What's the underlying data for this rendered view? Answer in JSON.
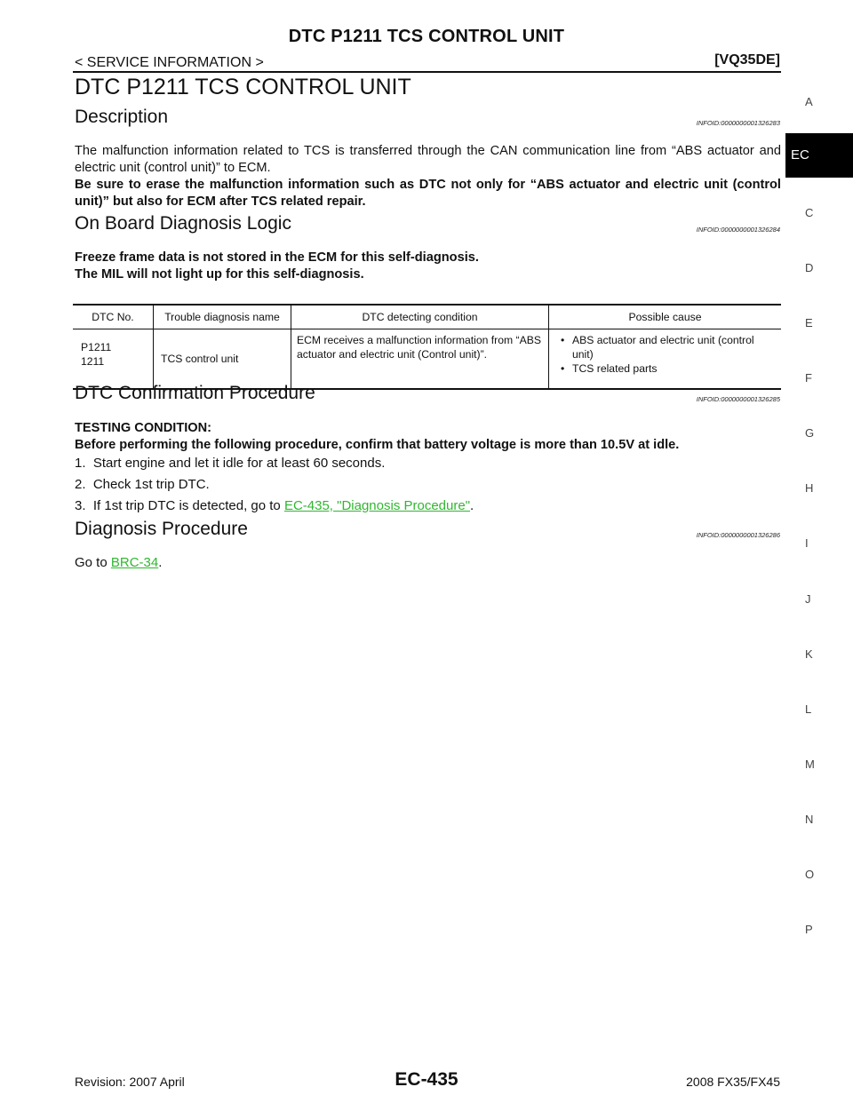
{
  "header": {
    "title": "DTC P1211 TCS CONTROL UNIT",
    "section": "< SERVICE INFORMATION >",
    "engine": "[VQ35DE]"
  },
  "page_title": "DTC P1211 TCS CONTROL UNIT",
  "description": {
    "heading": "Description",
    "infoid": "INFOID:0000000001326283",
    "text": "The malfunction information related to TCS is transferred through the CAN communication line from “ABS actuator and electric unit (control unit)” to ECM.",
    "warning": "Be sure to erase the malfunction information such as DTC not only for “ABS actuator and electric unit (control unit)” but also for ECM after TCS related repair."
  },
  "obd_logic": {
    "heading": "On Board Diagnosis Logic",
    "infoid": "INFOID:0000000001326284",
    "line1": "Freeze frame data is not stored in the ECM for this self-diagnosis.",
    "line2": "The MIL will not light up for this self-diagnosis."
  },
  "table": {
    "headers": [
      "DTC No.",
      "Trouble diagnosis name",
      "DTC detecting condition",
      "Possible cause"
    ],
    "row": {
      "dtc_line1": "P1211",
      "dtc_line2": "1211",
      "name": "TCS control unit",
      "condition": "ECM receives a malfunction information from “ABS actuator and electric unit (Control unit)”.",
      "causes": [
        "ABS actuator and electric unit (control unit)",
        "TCS related parts"
      ]
    }
  },
  "confirmation": {
    "heading": "DTC Confirmation Procedure",
    "infoid": "INFOID:0000000001326285",
    "condition_label": "TESTING CONDITION:",
    "condition_text": "Before performing the following procedure, confirm that battery voltage is more than 10.5V at idle.",
    "steps": [
      "1.  Start engine and let it idle for at least 60 seconds.",
      "2.  Check 1st trip DTC.",
      "3.  If 1st trip DTC is detected, go to "
    ],
    "step3_link": "EC-435, \"Diagnosis Procedure\"",
    "step3_end": "."
  },
  "diagnosis": {
    "heading": "Diagnosis Procedure",
    "infoid": "INFOID:0000000001326286",
    "text": "Go to ",
    "link": "BRC-34",
    "end": "."
  },
  "sidebar": {
    "letters": [
      "A",
      "C",
      "D",
      "E",
      "F",
      "G",
      "H",
      "I",
      "J",
      "K",
      "L",
      "M",
      "N",
      "O",
      "P"
    ],
    "active": "EC"
  },
  "footer": {
    "revision": "Revision: 2007 April",
    "page": "EC-435",
    "model": "2008 FX35/FX45"
  },
  "colors": {
    "link": "#2fb72f",
    "tab_bg": "#000000"
  }
}
